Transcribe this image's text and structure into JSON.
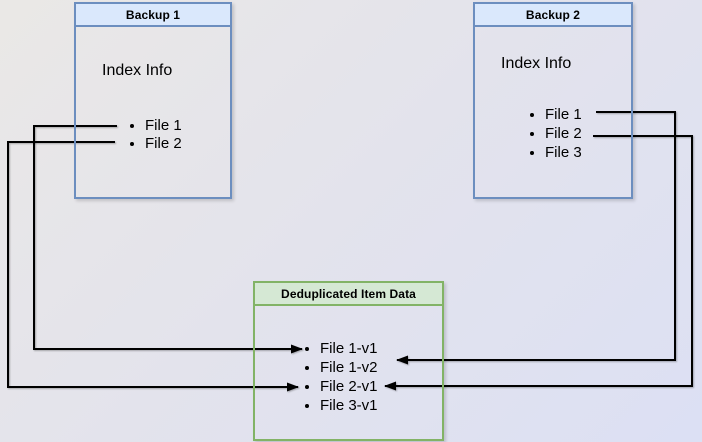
{
  "colors": {
    "background_start": "#eae8e6",
    "background_mid": "#e3e3ec",
    "background_end": "#dce0f4",
    "arrow": "#000000",
    "backup_border": "#6c8ebf",
    "backup_header_fill": "#dae8fc",
    "dedup_border": "#82b366",
    "dedup_header_fill": "#d5e8d4",
    "text": "#000000"
  },
  "boxes": {
    "backup1": {
      "title": "Backup 1",
      "body_label": "Index Info",
      "items": [
        "File 1",
        "File 2"
      ],
      "border_color": "#6c8ebf",
      "header_fill": "#dae8fc"
    },
    "backup2": {
      "title": "Backup 2",
      "body_label": "Index Info",
      "items": [
        "File 1",
        "File 2",
        "File 3"
      ],
      "border_color": "#6c8ebf",
      "header_fill": "#dae8fc"
    },
    "dedup": {
      "title": "Deduplicated Item Data",
      "items": [
        "File 1-v1",
        "File 1-v2",
        "File 2-v1",
        "File 3-v1"
      ],
      "border_color": "#82b366",
      "header_fill": "#d5e8d4"
    }
  },
  "arrows": [
    {
      "id": "backup1-file1-to-file1v1",
      "from": "Backup 1 / File 1",
      "to": "File 1-v1"
    },
    {
      "id": "backup1-file2-to-file2v1",
      "from": "Backup 1 / File 2",
      "to": "File 2-v1"
    },
    {
      "id": "backup2-file1-to-file1v2",
      "from": "Backup 2 / File 1",
      "to": "File 1-v2"
    },
    {
      "id": "backup2-file2-to-file2v1",
      "from": "Backup 2 / File 2",
      "to": "File 2-v1"
    }
  ]
}
